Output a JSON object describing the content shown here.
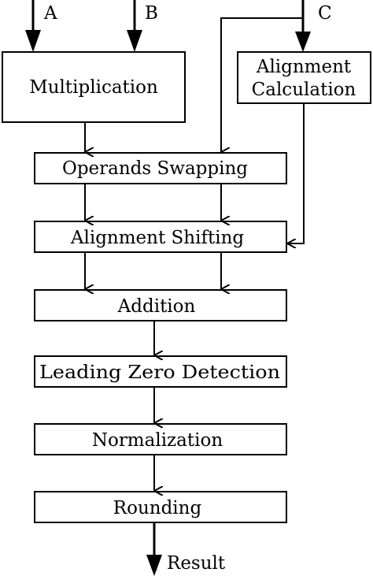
{
  "diagram": {
    "type": "flowchart",
    "inputs": {
      "a": "A",
      "b": "B",
      "c": "C"
    },
    "blocks": {
      "multiplication": "Multiplication",
      "alignment_calculation_line1": "Alignment",
      "alignment_calculation_line2": "Calculation",
      "operands_swapping": "Operands Swapping",
      "alignment_shifting": "Alignment Shifting",
      "addition": "Addition",
      "leading_zero_detection": "Leading Zero Detection",
      "normalization": "Normalization",
      "rounding": "Rounding"
    },
    "output": "Result"
  }
}
